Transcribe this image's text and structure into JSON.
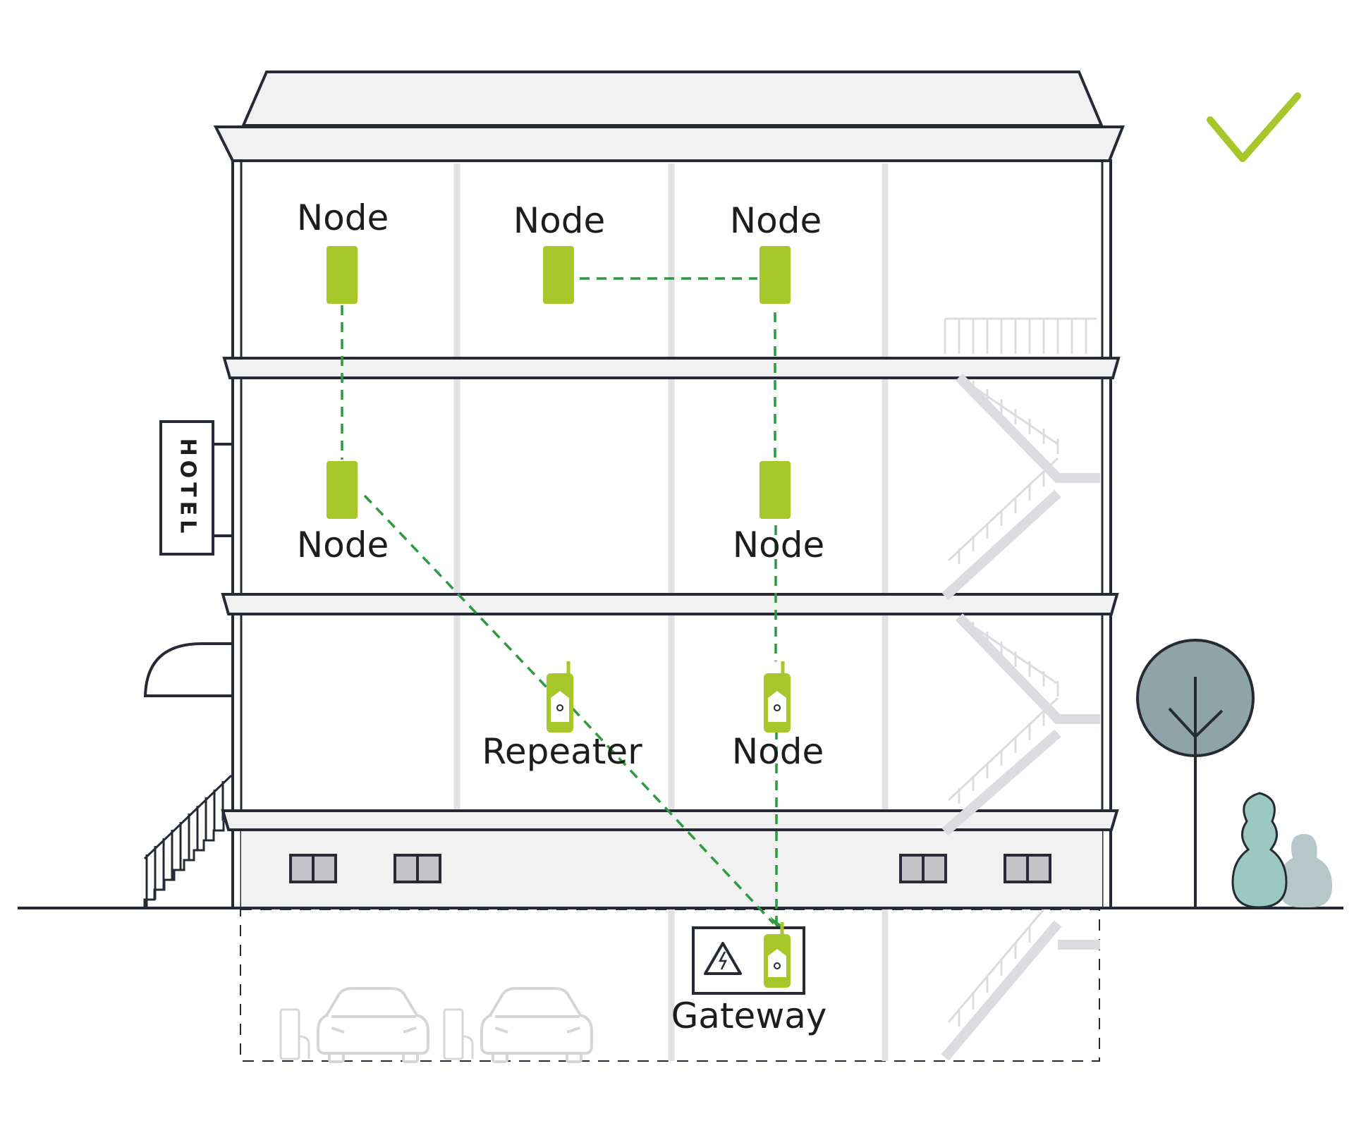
{
  "sign": {
    "text": "HOTEL"
  },
  "labels": {
    "node_top_1": "Node",
    "node_top_2": "Node",
    "node_top_3": "Node",
    "node_mid_1": "Node",
    "node_mid_2": "Node",
    "repeater": "Repeater",
    "node_low": "Node",
    "gateway": "Gateway"
  },
  "status": {
    "icon": "checkmark-icon",
    "color": "#a7c62a"
  },
  "colors": {
    "device": "#a7c62a",
    "link": "#2c9a3e",
    "outline": "#252a35",
    "wall": "#f1f1f1",
    "faint": "#d8d8dc",
    "tree": "#8fa4a9",
    "bush": "#9cc8c2"
  },
  "links": [
    {
      "from": "node_top_2",
      "to": "node_top_3"
    },
    {
      "from": "node_top_1",
      "to": "node_mid_1"
    },
    {
      "from": "node_top_3",
      "to": "node_mid_2"
    },
    {
      "from": "node_mid_2",
      "to": "node_low"
    },
    {
      "from": "node_low",
      "to": "gateway"
    },
    {
      "from": "node_mid_1",
      "to": "repeater"
    },
    {
      "from": "repeater",
      "to": "gateway"
    }
  ]
}
